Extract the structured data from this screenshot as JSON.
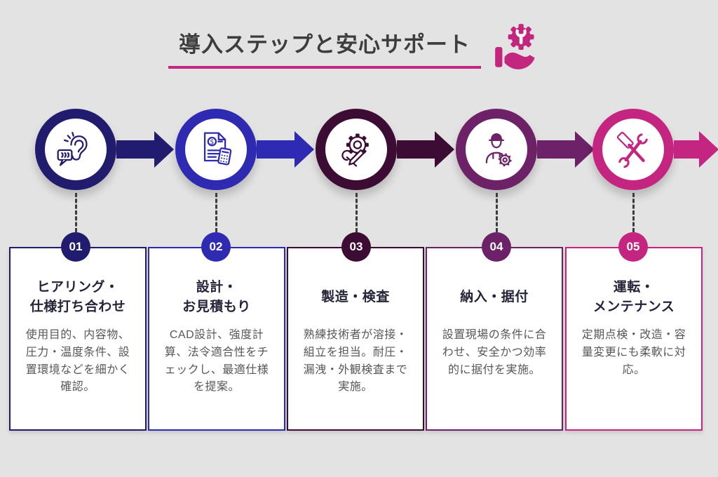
{
  "colors": {
    "background": "#e4e3e3",
    "accent": "#c4257f",
    "title_text": "#3d3d3d",
    "card_title_text": "#25253a",
    "card_desc_text": "#575757"
  },
  "header": {
    "title": "導入ステップと安心サポート",
    "icon": "hand-gear-wrench-icon"
  },
  "steps": [
    {
      "number": "01",
      "color": "#221c6e",
      "icon": "hearing-chat-icon",
      "title_line1": "ヒアリング・",
      "title_line2": "仕様打ち合わせ",
      "description": "使用目的、内容物、圧力・温度条件、設置環境などを細かく確認。"
    },
    {
      "number": "02",
      "color": "#2e2bb2",
      "icon": "quote-document-calculator-icon",
      "title_line1": "設計・",
      "title_line2": "お見積もり",
      "description": "CAD設計、強度計算、法令適合性をチェックし、最適仕様を提案。"
    },
    {
      "number": "03",
      "color": "#3d0c34",
      "icon": "gear-tools-icon",
      "title_line1": "製造・検査",
      "title_line2": "",
      "description": "熟練技術者が溶接・組立を担当。耐圧・漏洩・外観検査まで実施。"
    },
    {
      "number": "04",
      "color": "#6d2167",
      "icon": "worker-gear-icon",
      "title_line1": "納入・据付",
      "title_line2": "",
      "description": "設置現場の条件に合わせ、安全かつ効率的に据付を実施。"
    },
    {
      "number": "05",
      "color": "#c42580",
      "icon": "hammer-wrench-icon",
      "title_line1": "運転・",
      "title_line2": "メンテナンス",
      "description": "定期点検・改造・容量変更にも柔軟に対応。"
    }
  ]
}
